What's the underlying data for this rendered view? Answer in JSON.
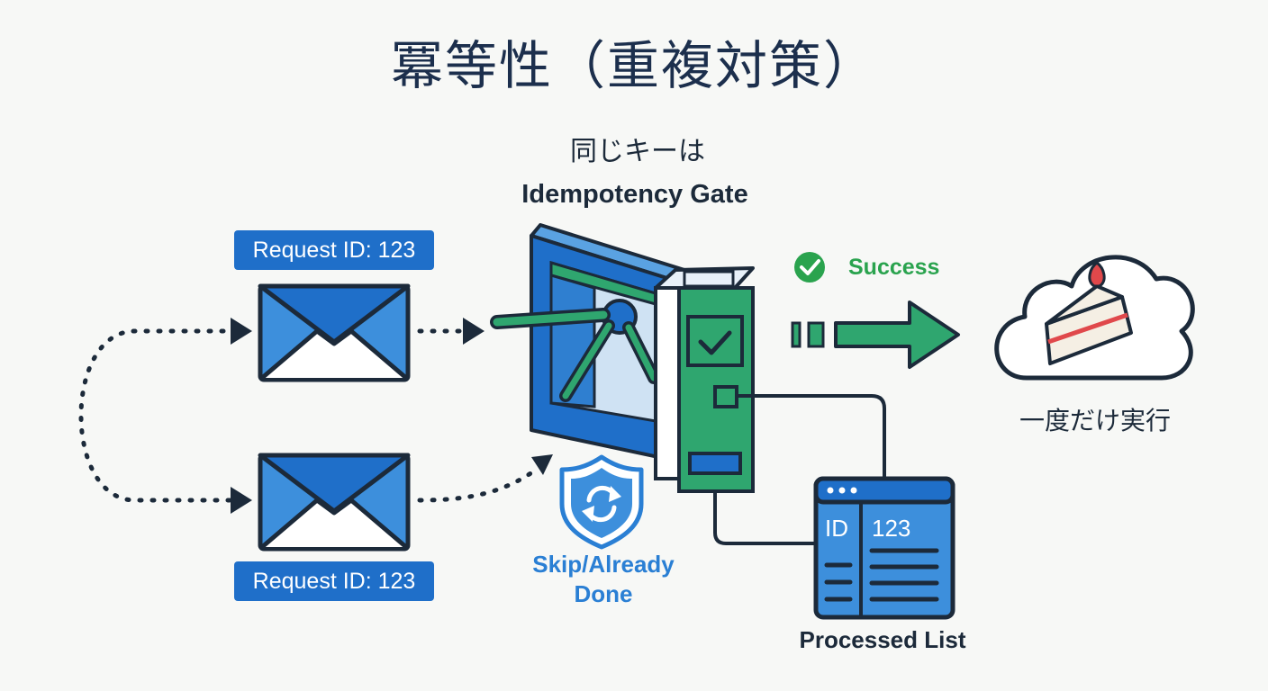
{
  "title": "冪等性（重複対策）",
  "subtitle": "同じキーは",
  "gate": {
    "label": "Idempotency Gate"
  },
  "requests": [
    {
      "label": "Request ID: 123"
    },
    {
      "label": "Request ID: 123"
    }
  ],
  "success": {
    "label": "Success",
    "icon": "check-circle-icon"
  },
  "skip": {
    "line1": "Skip/Already",
    "line2": "Done",
    "icon": "shield-refresh-icon"
  },
  "result": {
    "label": "一度だけ実行",
    "icon": "cloud-cake-icon"
  },
  "processed_list": {
    "label": "Processed List",
    "id_label": "ID",
    "id_value": "123"
  },
  "colors": {
    "navy": "#1c2a3a",
    "blue": "#1f6fc9",
    "light_blue": "#3d8fdc",
    "green": "#2fa66f",
    "success_green": "#2aa34e"
  }
}
